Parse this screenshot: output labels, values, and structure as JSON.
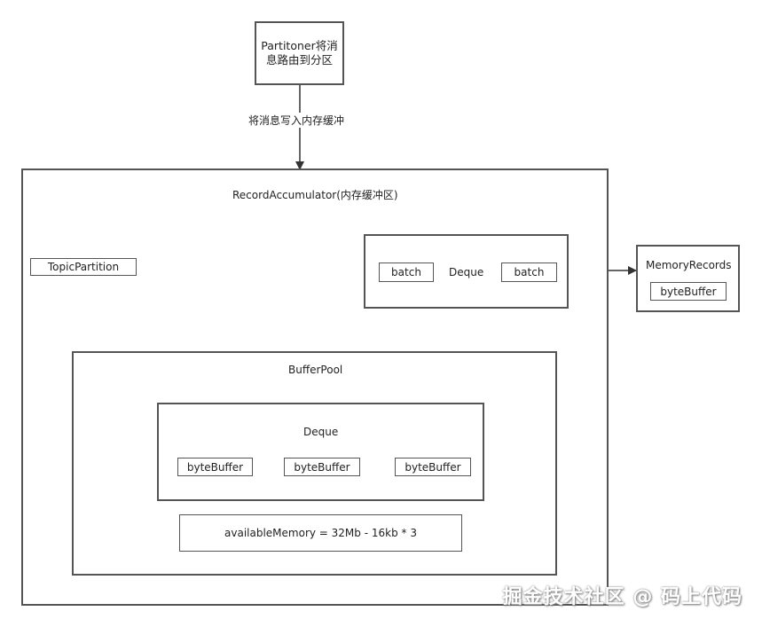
{
  "partitioner": {
    "label": "Partitoner将消息路由到分区"
  },
  "edge_label": "将消息写入内存缓冲",
  "record_accumulator": {
    "title": "RecordAccumulator(内存缓冲区)",
    "topic_partition": "TopicPartition",
    "deque": {
      "label": "Deque",
      "batch_left": "batch",
      "batch_right": "batch"
    }
  },
  "memory_records": {
    "title": "MemoryRecords",
    "item": "byteBuffer"
  },
  "buffer_pool": {
    "title": "BufferPool",
    "deque": {
      "label": "Deque",
      "buffers": [
        "byteBuffer",
        "byteBuffer",
        "byteBuffer"
      ]
    },
    "available_memory": "availableMemory = 32Mb - 16kb * 3"
  },
  "watermark": "掘金技术社区 @ 码上代码",
  "colors": {
    "border": "#555555",
    "background": "#ffffff",
    "text": "#222222"
  }
}
